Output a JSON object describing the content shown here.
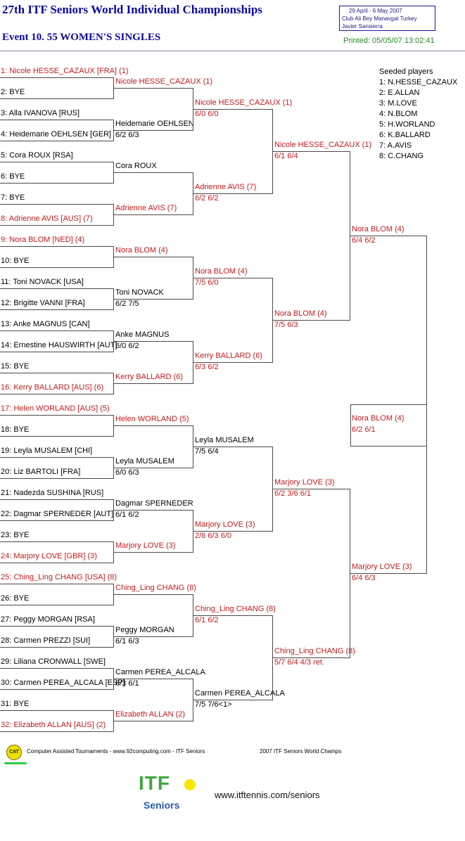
{
  "header": {
    "title": "27th ITF Seniors World Individual Championships",
    "event": "Event 10. 55 WOMEN'S SINGLES",
    "info_lines": [
      "29 April - 6 May 2007",
      "Club Ali Bey Manavgat   Turkey",
      "Javier Sansierra"
    ],
    "printed": "Printed: 05/05/07 13:02:41"
  },
  "draw": [
    "1: Nicole HESSE_CAZAUX [FRA] (1)",
    "2: BYE",
    "3: Alla IVANOVA [RUS]",
    "4: Heidemarie OEHLSEN [GER]",
    "5: Cora ROUX [RSA]",
    "6: BYE",
    "7: BYE",
    "8: Adrienne AVIS [AUS] (7)",
    "9: Nora BLOM [NED] (4)",
    "10: BYE",
    "11: Toni NOVACK [USA]",
    "12: Brigitte VANNI [FRA]",
    "13: Anke MAGNUS [CAN]",
    "14: Ernestine HAUSWIRTH [AUT]",
    "15: BYE",
    "16: Kerry BALLARD [AUS] (6)",
    "17: Helen WORLAND [AUS] (5)",
    "18: BYE",
    "19: Leyla MUSALEM [CHI]",
    "20: Liz BARTOLI [FRA]",
    "21: Nadezda SUSHINA [RUS]",
    "22: Dagmar SPERNEDER [AUT]",
    "23: BYE",
    "24: Marjory LOVE [GBR] (3)",
    "25: Ching_Ling CHANG [USA] (8)",
    "26: BYE",
    "27: Peggy MORGAN [RSA]",
    "28: Carmen PREZZI [SUI]",
    "29: Liliana CRONWALL [SWE]",
    "30: Carmen PEREA_ALCALA [ESP]",
    "31: BYE",
    "32: Elizabeth ALLAN [AUS] (2)"
  ],
  "seeded_draw_slots": [
    1,
    8,
    9,
    16,
    17,
    24,
    25,
    32
  ],
  "round2": [
    {
      "name": "Nicole HESSE_CAZAUX (1)",
      "score": "",
      "seeded": true
    },
    {
      "name": "Heidemarie OEHLSEN",
      "score": "6/2 6/3",
      "seeded": false
    },
    {
      "name": "Cora ROUX",
      "score": "",
      "seeded": false
    },
    {
      "name": "Adrienne AVIS (7)",
      "score": "",
      "seeded": true
    },
    {
      "name": "Nora BLOM (4)",
      "score": "",
      "seeded": true
    },
    {
      "name": "Toni NOVACK",
      "score": "6/2 7/5",
      "seeded": false
    },
    {
      "name": "Anke MAGNUS",
      "score": "6/0 6/2",
      "seeded": false
    },
    {
      "name": "Kerry BALLARD (6)",
      "score": "",
      "seeded": true
    },
    {
      "name": "Helen WORLAND (5)",
      "score": "",
      "seeded": true
    },
    {
      "name": "Leyla MUSALEM",
      "score": "6/0 6/3",
      "seeded": false
    },
    {
      "name": "Dagmar SPERNEDER",
      "score": "6/1 6/2",
      "seeded": false
    },
    {
      "name": "Marjory LOVE (3)",
      "score": "",
      "seeded": true
    },
    {
      "name": "Ching_Ling CHANG (8)",
      "score": "",
      "seeded": true
    },
    {
      "name": "Peggy MORGAN",
      "score": "6/1 6/3",
      "seeded": false
    },
    {
      "name": "Carmen PEREA_ALCALA",
      "score": "6/3 6/1",
      "seeded": false
    },
    {
      "name": "Elizabeth ALLAN (2)",
      "score": "",
      "seeded": true
    }
  ],
  "round3": [
    {
      "name": "Nicole HESSE_CAZAUX (1)",
      "score": "6/0 6/0",
      "seeded": true
    },
    {
      "name": "Adrienne AVIS (7)",
      "score": "6/2 6/2",
      "seeded": true
    },
    {
      "name": "Nora BLOM (4)",
      "score": "7/5 6/0",
      "seeded": true
    },
    {
      "name": "Kerry BALLARD (6)",
      "score": "6/3 6/2",
      "seeded": true
    },
    {
      "name": "Leyla MUSALEM",
      "score": "7/5 6/4",
      "seeded": false
    },
    {
      "name": "Marjory LOVE (3)",
      "score": "2/6 6/3 6/0",
      "seeded": true
    },
    {
      "name": "Ching_Ling CHANG (8)",
      "score": "6/1 6/2",
      "seeded": true
    },
    {
      "name": "Carmen PEREA_ALCALA",
      "score": "7/5 7/6<1>",
      "seeded": false
    }
  ],
  "round4": [
    {
      "name": "Nicole HESSE_CAZAUX (1)",
      "score": "6/1 6/4",
      "seeded": true
    },
    {
      "name": "Nora BLOM (4)",
      "score": "7/5 6/3",
      "seeded": true
    },
    {
      "name": "Marjory LOVE (3)",
      "score": "6/2 3/6 6/1",
      "seeded": true
    },
    {
      "name": "Ching_Ling CHANG (8)",
      "score": "5/7 6/4 4/3 ret.",
      "seeded": true
    }
  ],
  "round5": [
    {
      "name": "Nora BLOM (4)",
      "score": "6/4 6/2",
      "seeded": true
    },
    {
      "name": "Marjory LOVE (3)",
      "score": "6/4 6/3",
      "seeded": true
    }
  ],
  "final": {
    "name": "Nora BLOM (4)",
    "score": "6/2 6/1",
    "seeded": true
  },
  "seeded_players": {
    "heading": "Seeded players",
    "list": [
      "1: N.HESSE_CAZAUX",
      "2: E.ALLAN",
      "3: M.LOVE",
      "4: N.BLOM",
      "5: H.WORLAND",
      "6: K.BALLARD",
      "7: A.AVIS",
      "8: C.CHANG"
    ]
  },
  "footer": {
    "logo_text": "CAT",
    "left_text": "Computer Assisted Tournaments - www.92computing.com -  ITF Seniors",
    "right_text": "2007 ITF Seniors World Champs",
    "itf_word": "ITF",
    "itf_sub": "Seniors",
    "website": "www.itftennis.com/seniors"
  },
  "colors": {
    "seeded": "#c41a1a",
    "title": "#0a0aa0",
    "printed": "#2a8a2a"
  }
}
